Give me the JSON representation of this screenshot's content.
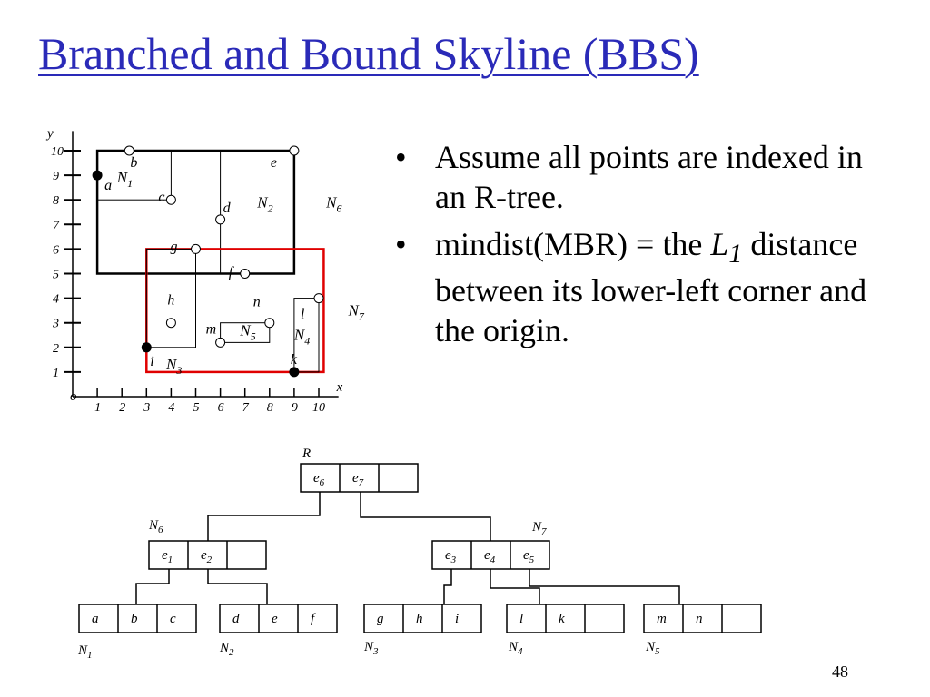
{
  "title": "Branched and Bound Skyline (BBS)",
  "bullets": [
    {
      "text": "Assume all points are indexed in an R-tree."
    },
    {
      "prefix": "mindist(MBR) = the ",
      "italic": "L",
      "sub": "1",
      "suffix": " distance between its lower-left corner and the origin."
    }
  ],
  "page_number": "48",
  "axes": {
    "x_label": "x",
    "y_label": "y",
    "origin_label": "o",
    "x_ticks": [
      "1",
      "2",
      "3",
      "4",
      "5",
      "6",
      "7",
      "8",
      "9",
      "10"
    ],
    "y_ticks": [
      "1",
      "2",
      "3",
      "4",
      "5",
      "6",
      "7",
      "8",
      "9",
      "10"
    ]
  },
  "points": [
    {
      "label": "a",
      "x": 1,
      "y": 9,
      "filled": true
    },
    {
      "label": "b",
      "x": 2.3,
      "y": 10,
      "filled": false
    },
    {
      "label": "c",
      "x": 4,
      "y": 8,
      "filled": false
    },
    {
      "label": "d",
      "x": 6,
      "y": 7.2,
      "filled": false
    },
    {
      "label": "e",
      "x": 9,
      "y": 10,
      "filled": false
    },
    {
      "label": "f",
      "x": 7,
      "y": 5,
      "filled": false
    },
    {
      "label": "g",
      "x": 5,
      "y": 6,
      "filled": false
    },
    {
      "label": "h",
      "x": 4,
      "y": 3,
      "filled": false
    },
    {
      "label": "i",
      "x": 3,
      "y": 2,
      "filled": true
    },
    {
      "label": "k",
      "x": 9,
      "y": 1,
      "filled": true
    },
    {
      "label": "l",
      "x": 10,
      "y": 4,
      "filled": false
    },
    {
      "label": "m",
      "x": 6,
      "y": 2.2,
      "filled": false
    },
    {
      "label": "n",
      "x": 8,
      "y": 3,
      "filled": false
    }
  ],
  "mbrs": [
    {
      "label": "N",
      "sub": "1"
    },
    {
      "label": "N",
      "sub": "2"
    },
    {
      "label": "N",
      "sub": "3"
    },
    {
      "label": "N",
      "sub": "4"
    },
    {
      "label": "N",
      "sub": "5"
    },
    {
      "label": "N",
      "sub": "6"
    },
    {
      "label": "N",
      "sub": "7"
    }
  ],
  "colors": {
    "title": "#2a2ab8",
    "n7_box": "#e00000"
  },
  "tree": {
    "root_label": "R",
    "nodes": [
      {
        "id": "root",
        "name": "",
        "cells": [
          {
            "t": "e",
            "s": "6"
          },
          {
            "t": "e",
            "s": "7"
          },
          {
            "t": "",
            "s": ""
          }
        ]
      },
      {
        "id": "N6",
        "name": "N",
        "name_sub": "6",
        "cells": [
          {
            "t": "e",
            "s": "1"
          },
          {
            "t": "e",
            "s": "2"
          },
          {
            "t": "",
            "s": ""
          }
        ]
      },
      {
        "id": "N7",
        "name": "N",
        "name_sub": "7",
        "cells": [
          {
            "t": "e",
            "s": "3"
          },
          {
            "t": "e",
            "s": "4"
          },
          {
            "t": "e",
            "s": "5"
          }
        ]
      },
      {
        "id": "N1",
        "name": "N",
        "name_sub": "1",
        "cells": [
          {
            "t": "a",
            "s": ""
          },
          {
            "t": "b",
            "s": ""
          },
          {
            "t": "c",
            "s": ""
          }
        ]
      },
      {
        "id": "N2",
        "name": "N",
        "name_sub": "2",
        "cells": [
          {
            "t": "d",
            "s": ""
          },
          {
            "t": "e",
            "s": ""
          },
          {
            "t": "f",
            "s": ""
          }
        ]
      },
      {
        "id": "N3",
        "name": "N",
        "name_sub": "3",
        "cells": [
          {
            "t": "g",
            "s": ""
          },
          {
            "t": "h",
            "s": ""
          },
          {
            "t": "i",
            "s": ""
          }
        ]
      },
      {
        "id": "N4",
        "name": "N",
        "name_sub": "4",
        "cells": [
          {
            "t": "l",
            "s": ""
          },
          {
            "t": "k",
            "s": ""
          },
          {
            "t": "",
            "s": ""
          }
        ]
      },
      {
        "id": "N5",
        "name": "N",
        "name_sub": "5",
        "cells": [
          {
            "t": "m",
            "s": ""
          },
          {
            "t": "n",
            "s": ""
          },
          {
            "t": "",
            "s": ""
          }
        ]
      }
    ]
  }
}
